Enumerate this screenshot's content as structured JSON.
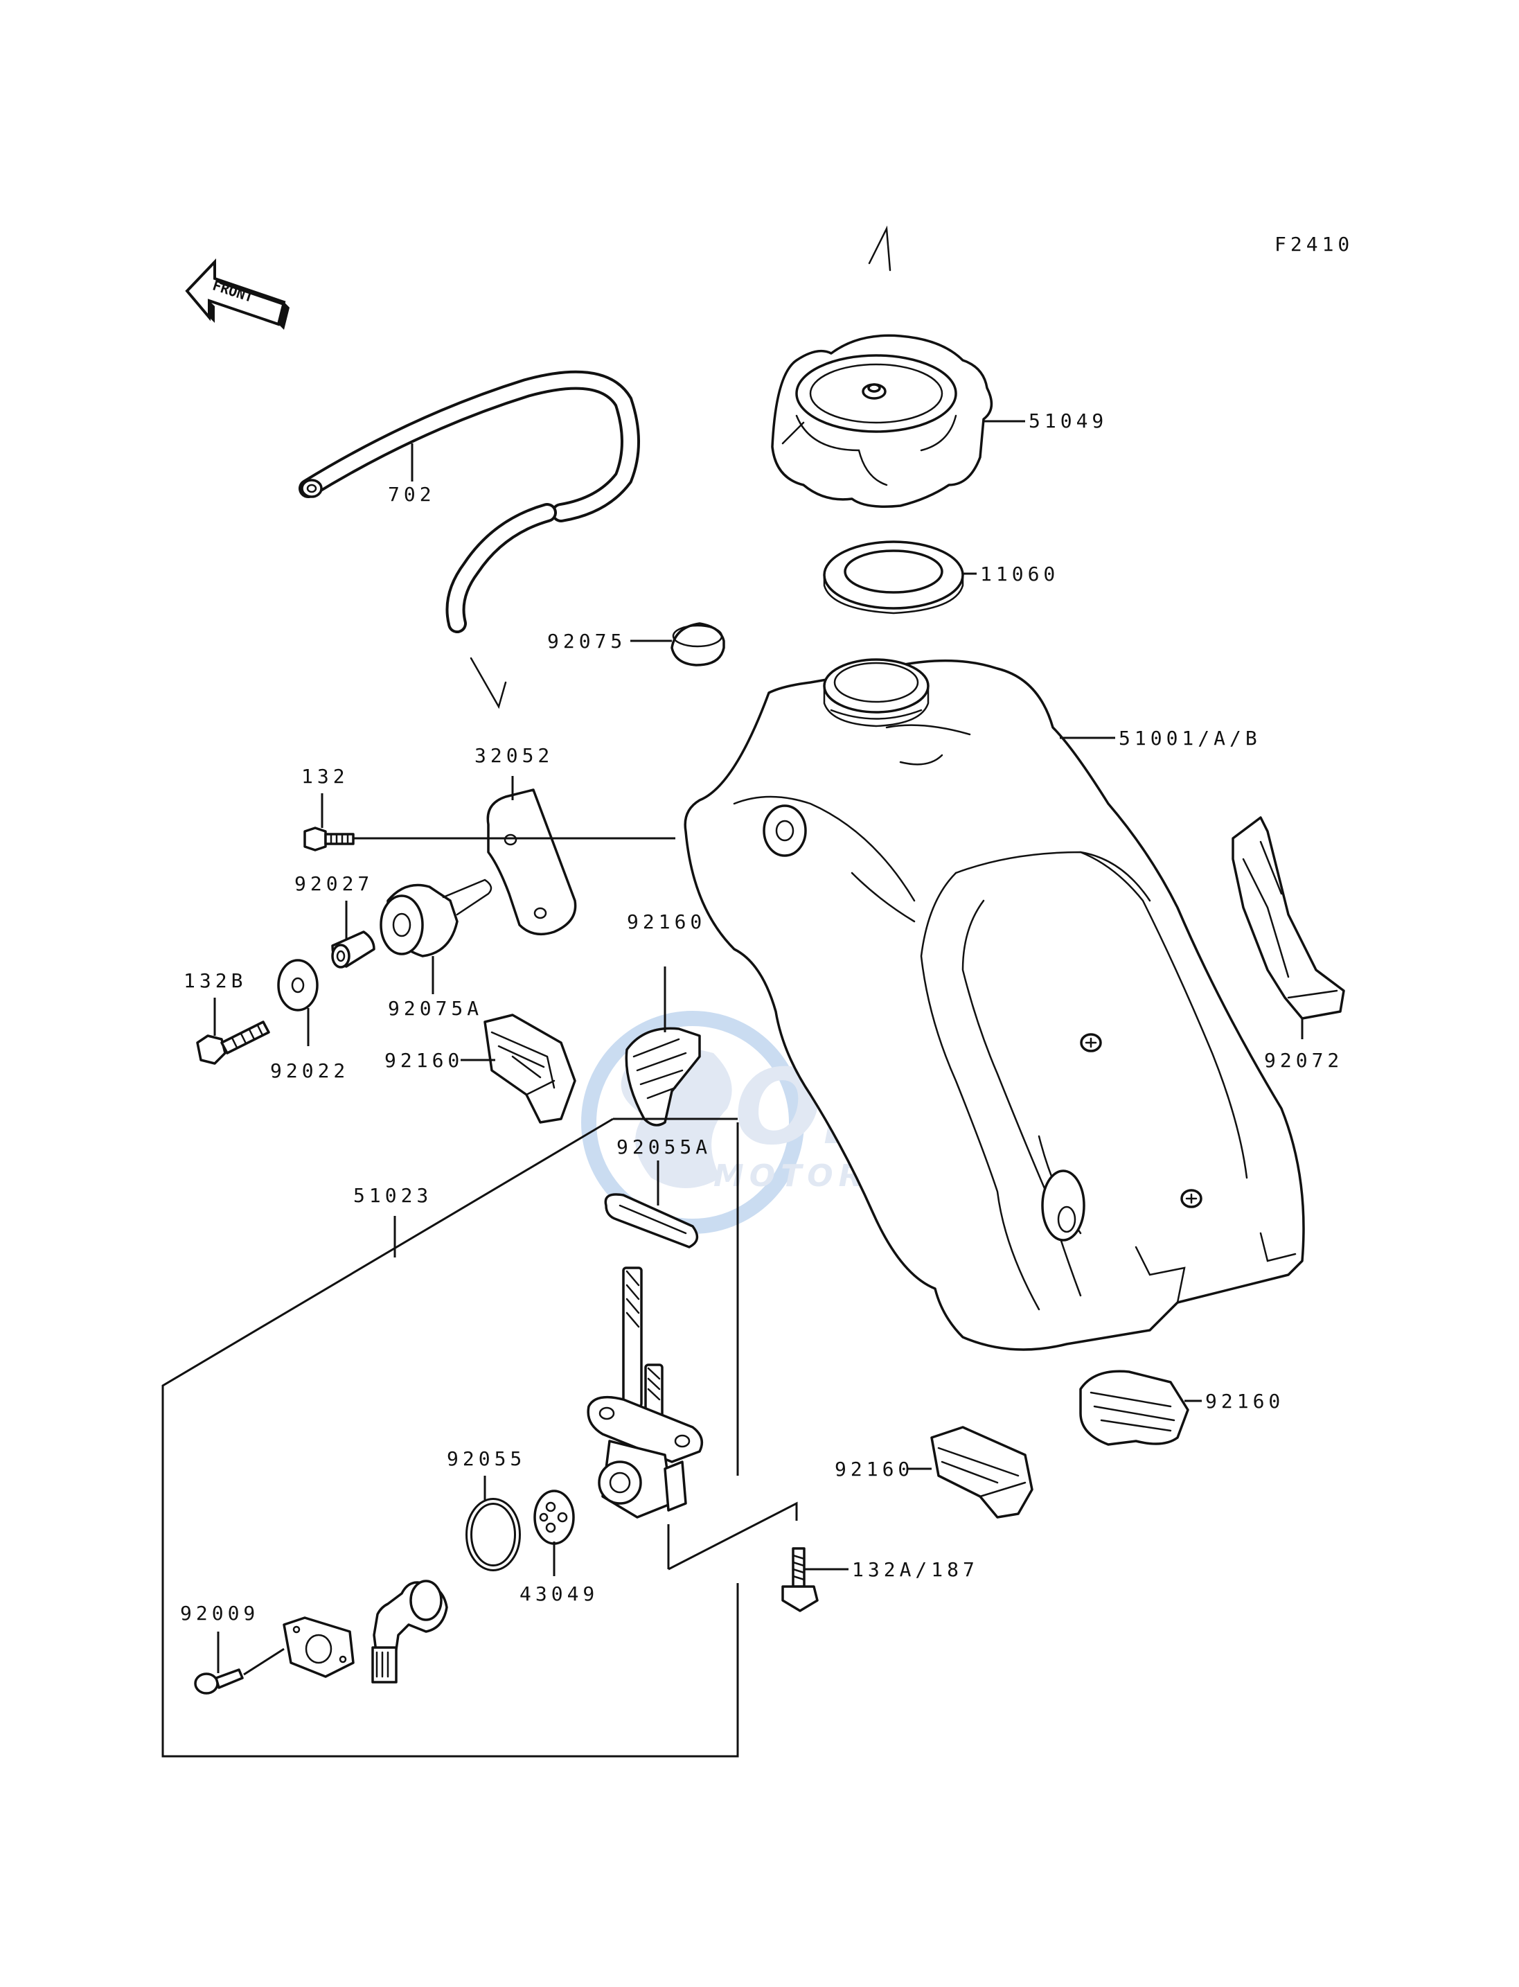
{
  "diagram": {
    "figure_code": "F2410",
    "front_badge": "FRONT",
    "watermark": {
      "brand": "OEM",
      "tagline": "MOTORPARTS",
      "color_primary": "#4a7fc1",
      "color_light": "#c9d6ea"
    },
    "callouts": {
      "c51049": "51049",
      "c11060": "11060",
      "c92075": "92075",
      "c51001": "51001/A/B",
      "c702": "702",
      "c32052": "32052",
      "c132": "132",
      "c92027": "92027",
      "c132b": "132B",
      "c92075a": "92075A",
      "c92022": "92022",
      "c92160_a": "92160",
      "c92160_b": "92160",
      "c92160_c": "92160",
      "c92160_d": "92160",
      "c92072": "92072",
      "c92055a": "92055A",
      "c51023": "51023",
      "c92055": "92055",
      "c43049": "43049",
      "c92009": "92009",
      "c132a": "132A/187"
    }
  }
}
